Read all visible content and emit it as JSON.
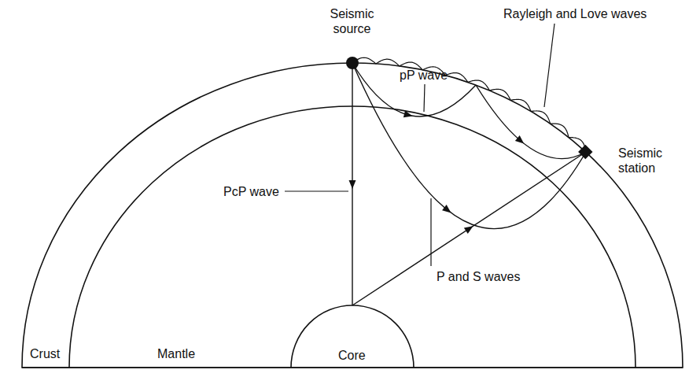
{
  "diagram": {
    "labels": [
      "Seismic source",
      "pP wave",
      "Rayleigh and Love waves",
      "Seismic station",
      "PcP wave",
      "P and S waves",
      "Crust",
      "Mantle",
      "Core"
    ]
  }
}
